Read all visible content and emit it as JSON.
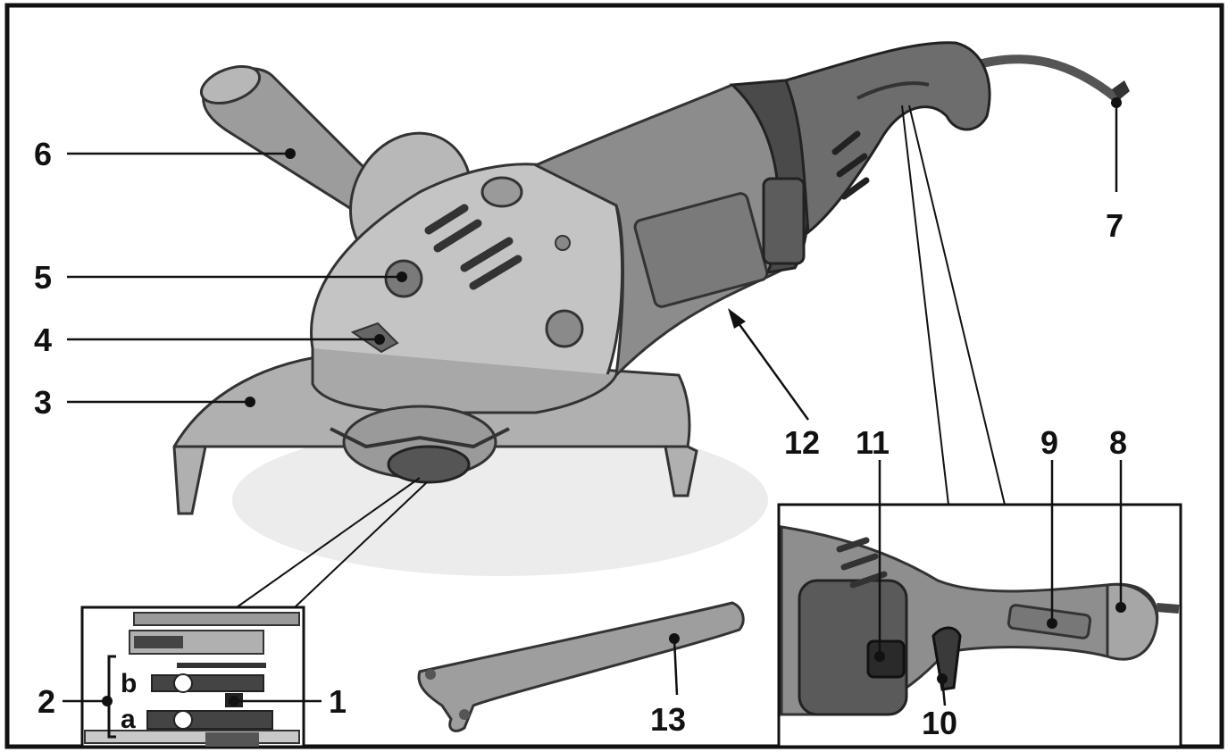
{
  "figure": {
    "callouts": {
      "c1": "1",
      "c2": "2",
      "c3": "3",
      "c4": "4",
      "c5": "5",
      "c6": "6",
      "c7": "7",
      "c8": "8",
      "c9": "9",
      "c10": "10",
      "c11": "11",
      "c12": "12",
      "c13": "13"
    },
    "inset_labels": {
      "a": "a",
      "b": "b"
    }
  },
  "colors": {
    "frame": "#111111",
    "tool_light": "#b9b9b9",
    "tool_mid": "#8f8f8f",
    "tool_dark": "#5a5a5a",
    "tool_darker": "#3f3f3f",
    "shadow": "#e6e6e6"
  }
}
